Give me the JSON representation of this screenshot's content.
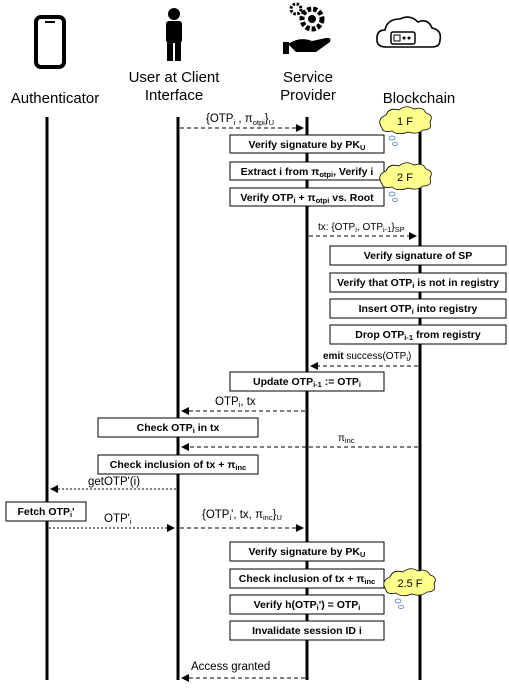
{
  "actors": {
    "authenticator": "Authenticator",
    "user_line1": "User at Client",
    "user_line2": "Interface",
    "sp_line1": "Service",
    "sp_line2": "Provider",
    "blockchain": "Blockchain"
  },
  "clouds": {
    "c1": "1 F",
    "c2": "2 F",
    "c3": "2.5 F"
  },
  "boxes": {
    "verify_sig_pku": "Verify signature by PK",
    "extract_i_a": "Extract i from π",
    "extract_i_b": ", Verify i",
    "verify_otp_root_a": "Verify OTP",
    "verify_otp_root_b": " + π",
    "verify_otp_root_c": " vs. Root",
    "verify_sig_sp": "Verify signature of SP",
    "verify_not_registry_a": "Verify that OTP",
    "verify_not_registry_b": " is not in registry",
    "insert_a": "Insert OTP",
    "insert_b": " into registry",
    "drop_a": "Drop OTP",
    "drop_b": " from registry",
    "update_a": "Update OTP",
    "update_b": " := OTP",
    "check_otp_tx_a": "Check OTP",
    "check_otp_tx_b": " in tx",
    "check_incl_1_a": "Check inclusion of tx + π",
    "fetch_a": "Fetch OTP",
    "fetch_b": "'",
    "verify_sig_pku_2": "Verify signature by PK",
    "check_incl_2_a": "Check inclusion of tx + π",
    "verify_hash_a": "Verify h(OTP",
    "verify_hash_b": "') = OTP",
    "invalidate": "Invalidate session ID i"
  },
  "messages": {
    "m1_a": "{OTP",
    "m1_b": " , π",
    "m1_c": "}",
    "tx_a": "tx: {OTP",
    "tx_b": ", OTP",
    "tx_c": "}",
    "emit_a": "emit",
    "emit_b": " success(OTP",
    "emit_c": ")",
    "otp_tx_a": "OTP",
    "otp_tx_b": ", tx",
    "pi_inc": "π",
    "getotp": "getOTP'(i)",
    "otp_prime": "OTP'",
    "m_last_a": "{OTP",
    "m_last_b": "', tx, π",
    "m_last_c": "}",
    "access": "Access granted"
  },
  "subs": {
    "U": "U",
    "i": "i",
    "otpi": "otpi",
    "SP": "SP",
    "im1": "i-1",
    "inc": "inc"
  }
}
